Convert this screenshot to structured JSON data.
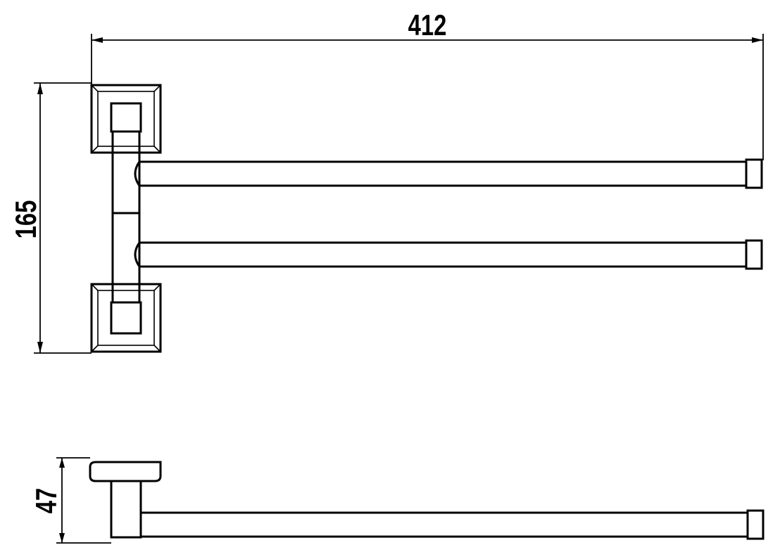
{
  "dimensions": {
    "width": "412",
    "height": "165",
    "depth": "47"
  },
  "colors": {
    "line": "#000000",
    "background": "#ffffff"
  }
}
